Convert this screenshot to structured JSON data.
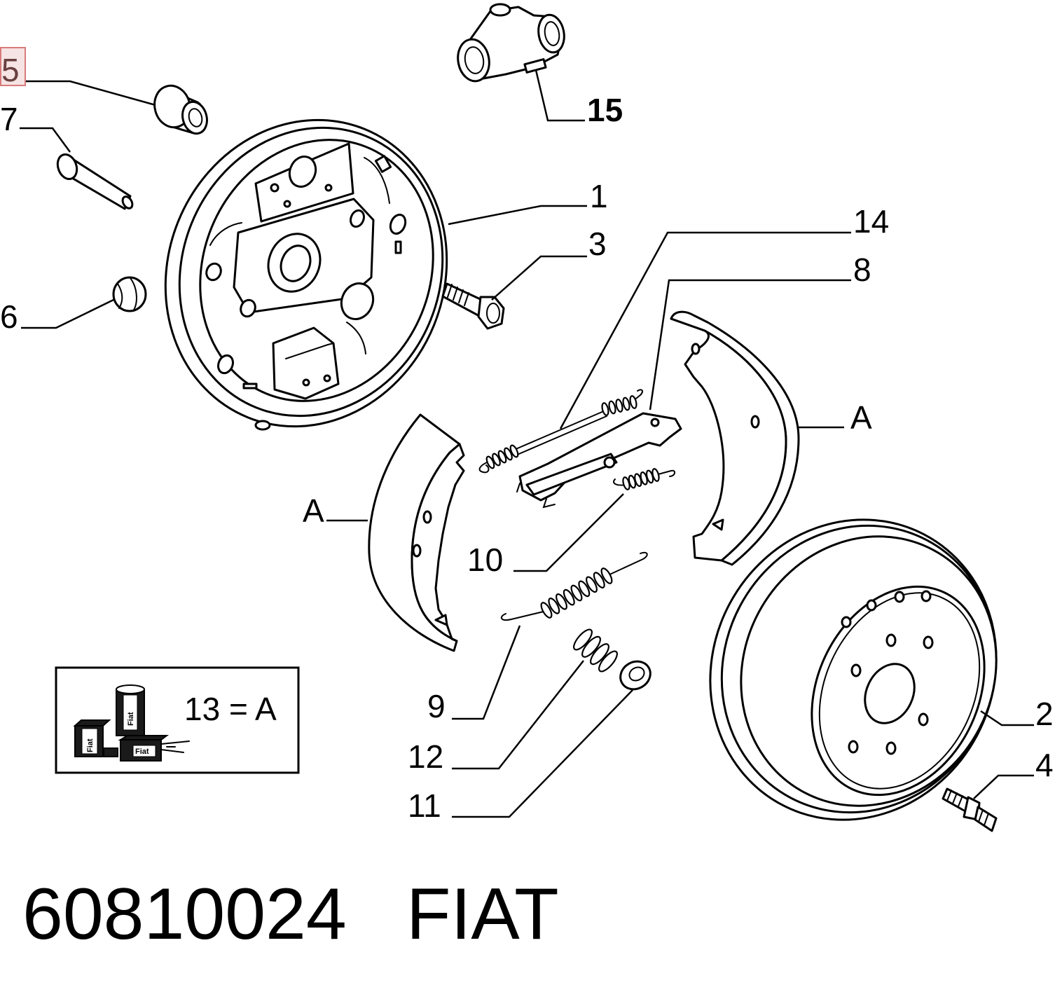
{
  "callouts": {
    "part_5": "5",
    "part_7": "7",
    "part_15": "15",
    "part_1": "1",
    "part_3": "3",
    "part_14": "14",
    "part_8": "8",
    "part_6": "6",
    "shoe_right": "A",
    "shoe_left": "A",
    "part_10": "10",
    "part_9": "9",
    "part_12": "12",
    "part_11": "11",
    "part_2": "2",
    "part_4": "4"
  },
  "legend": {
    "equation": "13 = A",
    "icon_brand": "Fiat"
  },
  "footer": {
    "part_number": "60810024",
    "brand": "FIAT"
  },
  "colors": {
    "ink": "#000000",
    "highlight_border": "#d97a7a",
    "highlight_fill": "#f6e4e4"
  }
}
